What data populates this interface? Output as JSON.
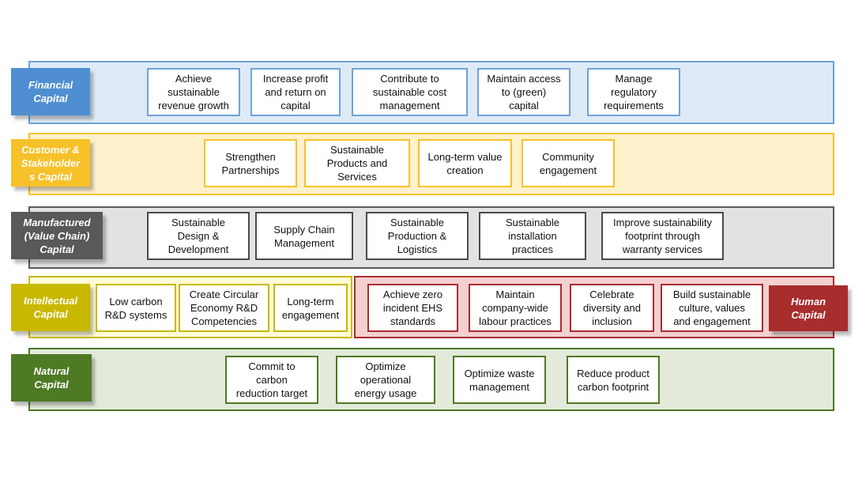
{
  "colors": {
    "financial": "#4f8fd1",
    "customer": "#f7c12a",
    "manufactured": "#595959",
    "intellectual": "#c8b800",
    "human": "#a82d2d",
    "natural": "#4e7a24"
  },
  "rows": {
    "financial": {
      "label": "Financial\nCapital",
      "items": [
        "Achieve\nsustainable\nrevenue growth",
        "Increase profit\nand return on\ncapital",
        "Contribute to\nsustainable cost\nmanagement",
        "Maintain access\nto (green)\ncapital",
        "Manage\nregulatory\nrequirements"
      ]
    },
    "customer": {
      "label": "Customer &\nStakeholder\ns Capital",
      "items": [
        "Strengthen\nPartnerships",
        "Sustainable\nProducts and\nServices",
        "Long-term value\ncreation",
        "Community\nengagement"
      ]
    },
    "manufactured": {
      "label": "Manufactured\n(Value Chain)\nCapital",
      "items": [
        "Sustainable\nDesign &\nDevelopment",
        "Supply Chain\nManagement",
        "Sustainable\nProduction &\nLogistics",
        "Sustainable\ninstallation\npractices",
        "Improve sustainability\nfootprint through\nwarranty services"
      ]
    },
    "intellectual": {
      "label": "Intellectual\nCapital",
      "items": [
        "Low carbon\nR&D systems",
        "Create Circular\nEconomy R&D\nCompetencies",
        "Long-term\nengagement"
      ]
    },
    "human": {
      "label": "Human\nCapital",
      "items": [
        "Achieve zero\nincident EHS\nstandards",
        "Maintain\ncompany-wide\nlabour practices",
        "Celebrate\ndiversity and\ninclusion",
        "Build sustainable\nculture, values\nand engagement"
      ]
    },
    "natural": {
      "label": "Natural\nCapital",
      "items": [
        "Commit to\ncarbon\nreduction target",
        "Optimize\noperational\nenergy usage",
        "Optimize waste\nmanagement",
        "Reduce product\ncarbon footprint"
      ]
    }
  }
}
